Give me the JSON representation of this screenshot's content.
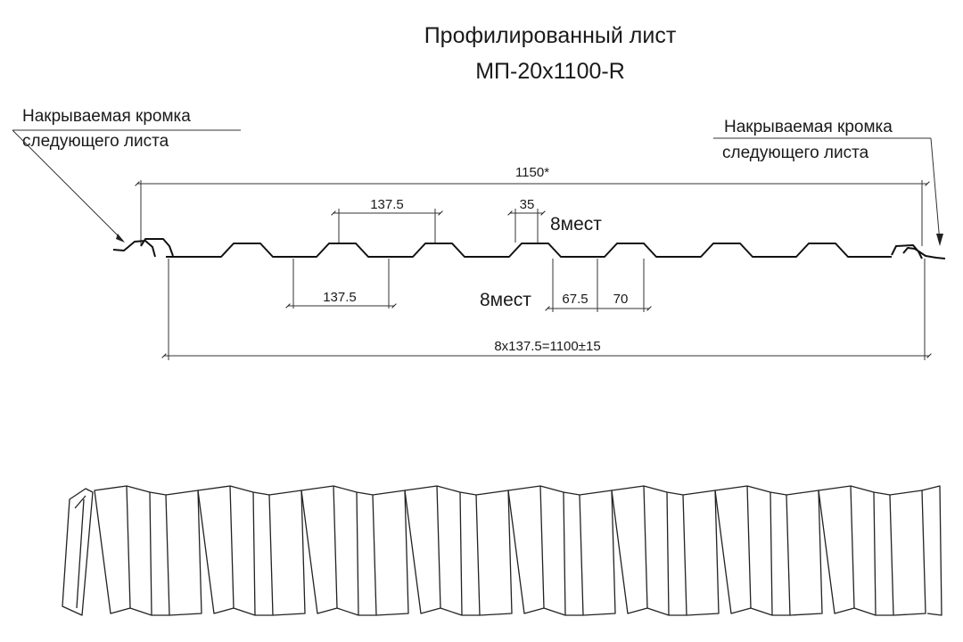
{
  "title": {
    "line1": "Профилированный лист",
    "line2": "МП-20х1100-R"
  },
  "callouts": {
    "left": {
      "line1": "Накрываемая кромка",
      "line2": "следующего листа"
    },
    "right": {
      "line1": "Накрываемая кромка",
      "line2": "следующего листа"
    }
  },
  "dimensions": {
    "overall_width": "1150*",
    "rib_pitch_top": "137.5",
    "rib_top_width": "35",
    "top_count": "8мест",
    "rib_pitch_bottom": "137.5",
    "bottom_count": "8мест",
    "valley_width": "67.5",
    "rib_base_width": "70",
    "useful_width": "8х137.5=1100±15"
  }
}
